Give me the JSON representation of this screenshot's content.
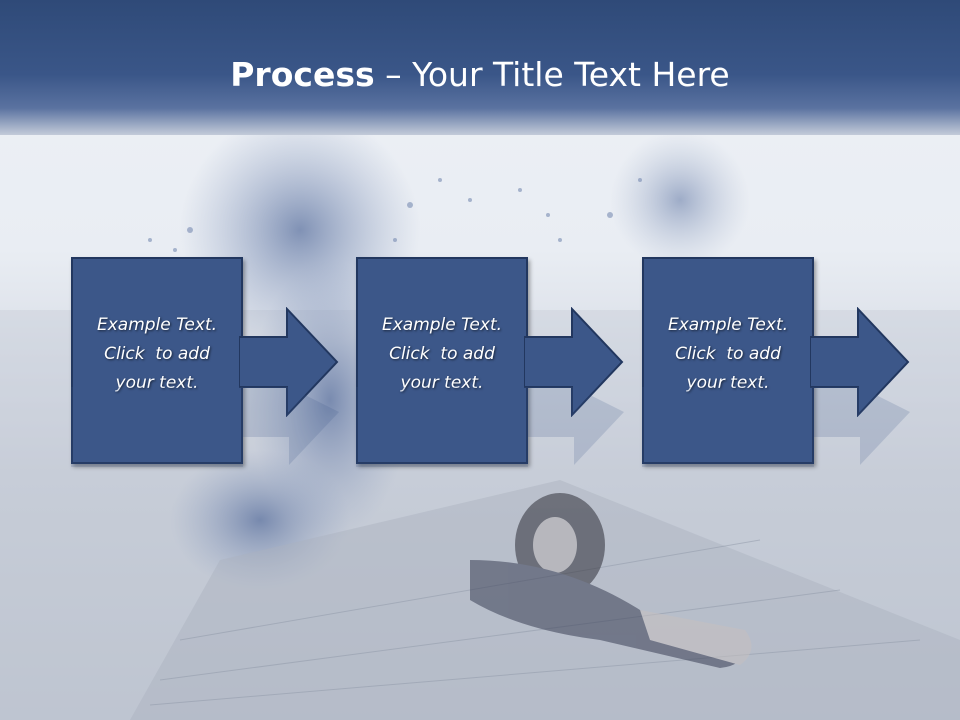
{
  "slide": {
    "title_bold": "Process",
    "title_rest": " – Your Title Text Here"
  },
  "steps": [
    {
      "text": "Example Text.\nClick  to add\nyour text."
    },
    {
      "text": "Example Text.\nClick  to add\nyour text."
    },
    {
      "text": "Example Text.\nClick  to add\nyour text."
    }
  ],
  "colors": {
    "header": "#3a5688",
    "box_fill": "#3c5789",
    "box_border": "#22375f",
    "text": "#ffffff"
  },
  "background_image": "misty pier with woman lying on boards and blue water splash"
}
